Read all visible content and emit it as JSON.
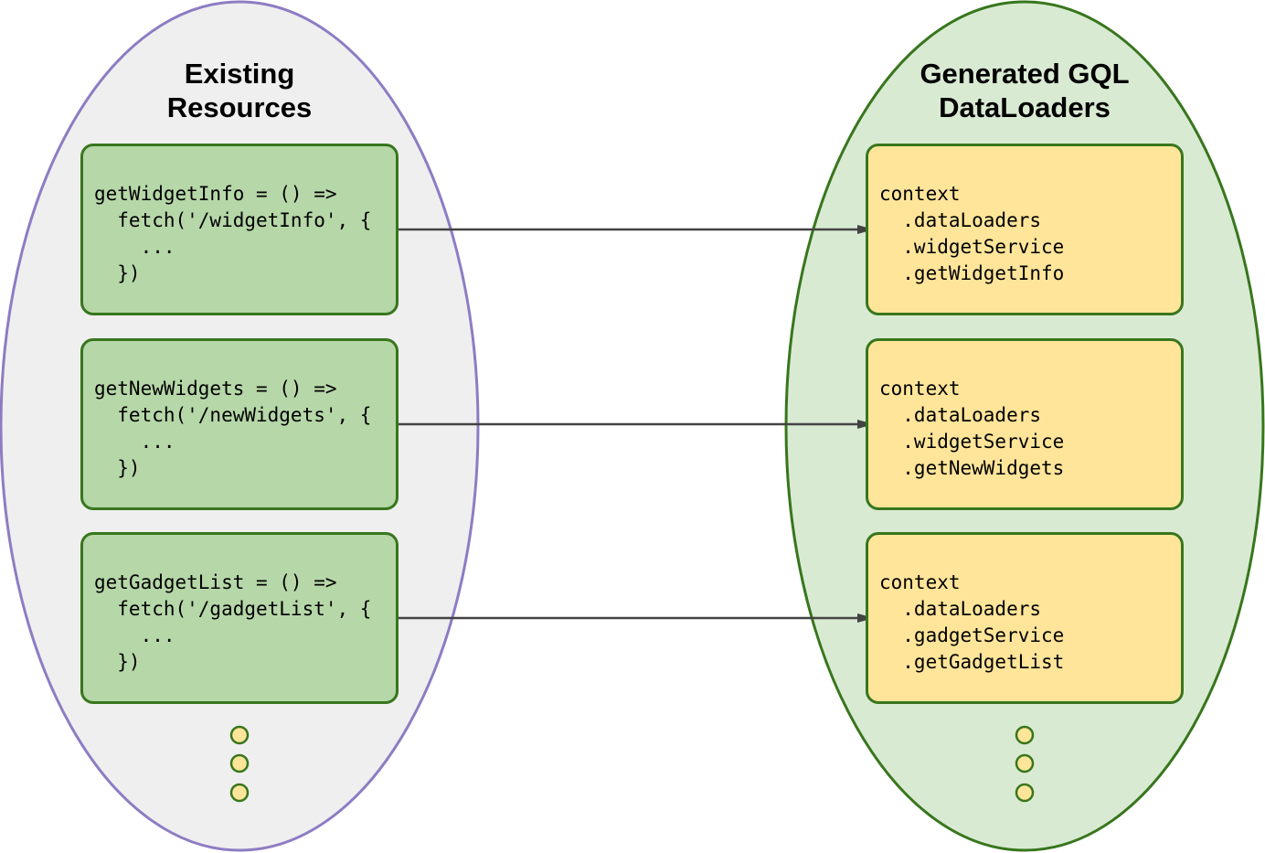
{
  "colors": {
    "left_group_fill": "#efefef",
    "left_group_stroke": "#8e7cc3",
    "right_group_fill": "#d9ead3",
    "right_group_stroke": "#38761d",
    "resource_box_fill": "#b6d7a8",
    "loader_box_fill": "#ffe599",
    "box_stroke": "#38761d",
    "arrow": "#434343",
    "dot_fill": "#ffe599",
    "dot_stroke": "#38761d"
  },
  "left_group": {
    "title_lines": [
      "Existing",
      "Resources"
    ],
    "boxes": [
      {
        "lines": [
          "getWidgetInfo = () =>",
          "  fetch('/widgetInfo', {",
          "    ...",
          "  })"
        ]
      },
      {
        "lines": [
          "getNewWidgets = () =>",
          "  fetch('/newWidgets', {",
          "    ...",
          "  })"
        ]
      },
      {
        "lines": [
          "getGadgetList = () =>",
          "  fetch('/gadgetList', {",
          "    ...",
          "  })"
        ]
      }
    ],
    "more_indicator_icon": "vertical-ellipsis-dots"
  },
  "right_group": {
    "title_lines": [
      "Generated GQL",
      "DataLoaders"
    ],
    "boxes": [
      {
        "lines": [
          "context",
          "  .dataLoaders",
          "  .widgetService",
          "  .getWidgetInfo"
        ]
      },
      {
        "lines": [
          "context",
          "  .dataLoaders",
          "  .widgetService",
          "  .getNewWidgets"
        ]
      },
      {
        "lines": [
          "context",
          "  .dataLoaders",
          "  .gadgetService",
          "  .getGadgetList"
        ]
      }
    ],
    "more_indicator_icon": "vertical-ellipsis-dots"
  },
  "edges": [
    {
      "from": "resource-0",
      "to": "loader-0"
    },
    {
      "from": "resource-1",
      "to": "loader-1"
    },
    {
      "from": "resource-2",
      "to": "loader-2"
    }
  ]
}
